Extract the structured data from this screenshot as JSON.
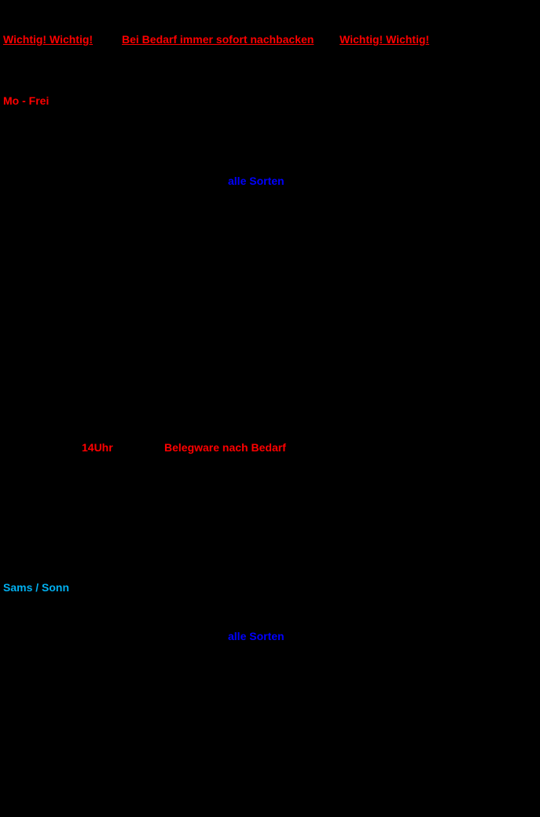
{
  "document": {
    "header": {
      "warning_left": "Wichtig! Wichtig!",
      "warning_center": "Bei Bedarf immer sofort nachbacken",
      "warning_right": "Wichtig! Wichtig!"
    },
    "weekday_section": {
      "label": "Mo - Frei",
      "all_sorts_note": "alle Sorten",
      "afternoon_time": "14Uhr",
      "afternoon_note": "Belegware nach Bedarf"
    },
    "weekend_section": {
      "label": "Sams / Sonn",
      "all_sorts_note": "alle Sorten"
    },
    "colors": {
      "warning_red": "#FF0000",
      "accent_blue": "#0000FF",
      "weekend_light_blue": "#00B0F0",
      "background": "#000000"
    }
  }
}
